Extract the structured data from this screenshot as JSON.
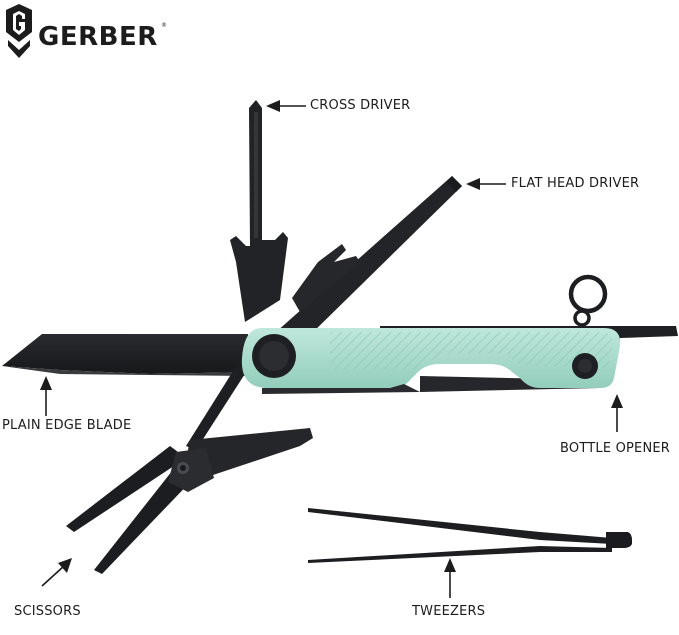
{
  "brand": {
    "name": "GERBER",
    "trademark": "®",
    "logo_icon": "gerber-g-shield-icon",
    "text_color": "#1c1c1c"
  },
  "colors": {
    "tool_black": "#202124",
    "tool_dark": "#2c2d31",
    "handle_mint": "#a9dccc",
    "handle_mint_shadow": "#86bfae",
    "label": "#1c1c1c"
  },
  "callouts": {
    "cross_driver": "CROSS DRIVER",
    "flat_head_driver": "FLAT HEAD DRIVER",
    "plain_edge_blade": "PLAIN EDGE BLADE",
    "bottle_opener": "BOTTLE OPENER",
    "scissors": "SCISSORS",
    "tweezers": "TWEEZERS"
  },
  "icons": {
    "arrow": "arrow-icon"
  }
}
